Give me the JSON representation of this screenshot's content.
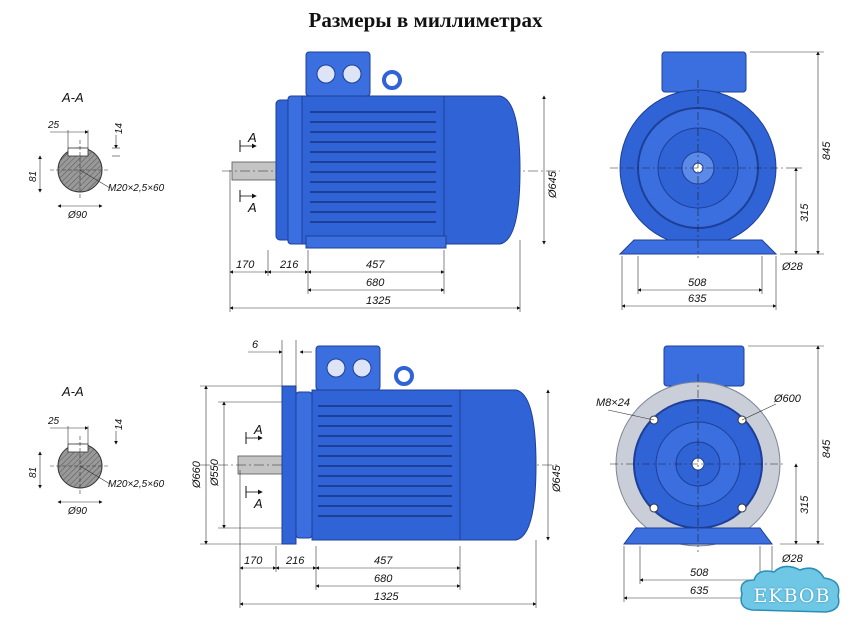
{
  "title": "Размеры в миллиметрах",
  "section_labels": {
    "a_a": "А-А",
    "a": "А"
  },
  "shaft_detail": {
    "key_width": "25",
    "key_depth": "14",
    "height": "81",
    "thread": "М20×2,5×60",
    "diameter": "Ø90"
  },
  "top_side_view": {
    "d645": "Ø645",
    "dims": [
      "170",
      "216",
      "457",
      "680",
      "1325"
    ]
  },
  "top_front_view": {
    "h845": "845",
    "h315": "315",
    "d28": "Ø28",
    "w508": "508",
    "w635": "635"
  },
  "bottom_side_view": {
    "flange_thk": "6",
    "d660": "Ø660",
    "d550": "Ø550",
    "d645": "Ø645",
    "dims": [
      "170",
      "216",
      "457",
      "680",
      "1325"
    ]
  },
  "bottom_front_view": {
    "bolts": "М8×24",
    "d600": "Ø600",
    "h845": "845",
    "h315": "315",
    "d28": "Ø28",
    "w508": "508",
    "w635": "635"
  },
  "logo": "EKBOB",
  "colors": {
    "motor": "#2f63d6",
    "motor_dark": "#1d3f96",
    "motor_light": "#5c8ae8",
    "flange": "#c9ced8",
    "shaft": "#b5b5b5"
  }
}
